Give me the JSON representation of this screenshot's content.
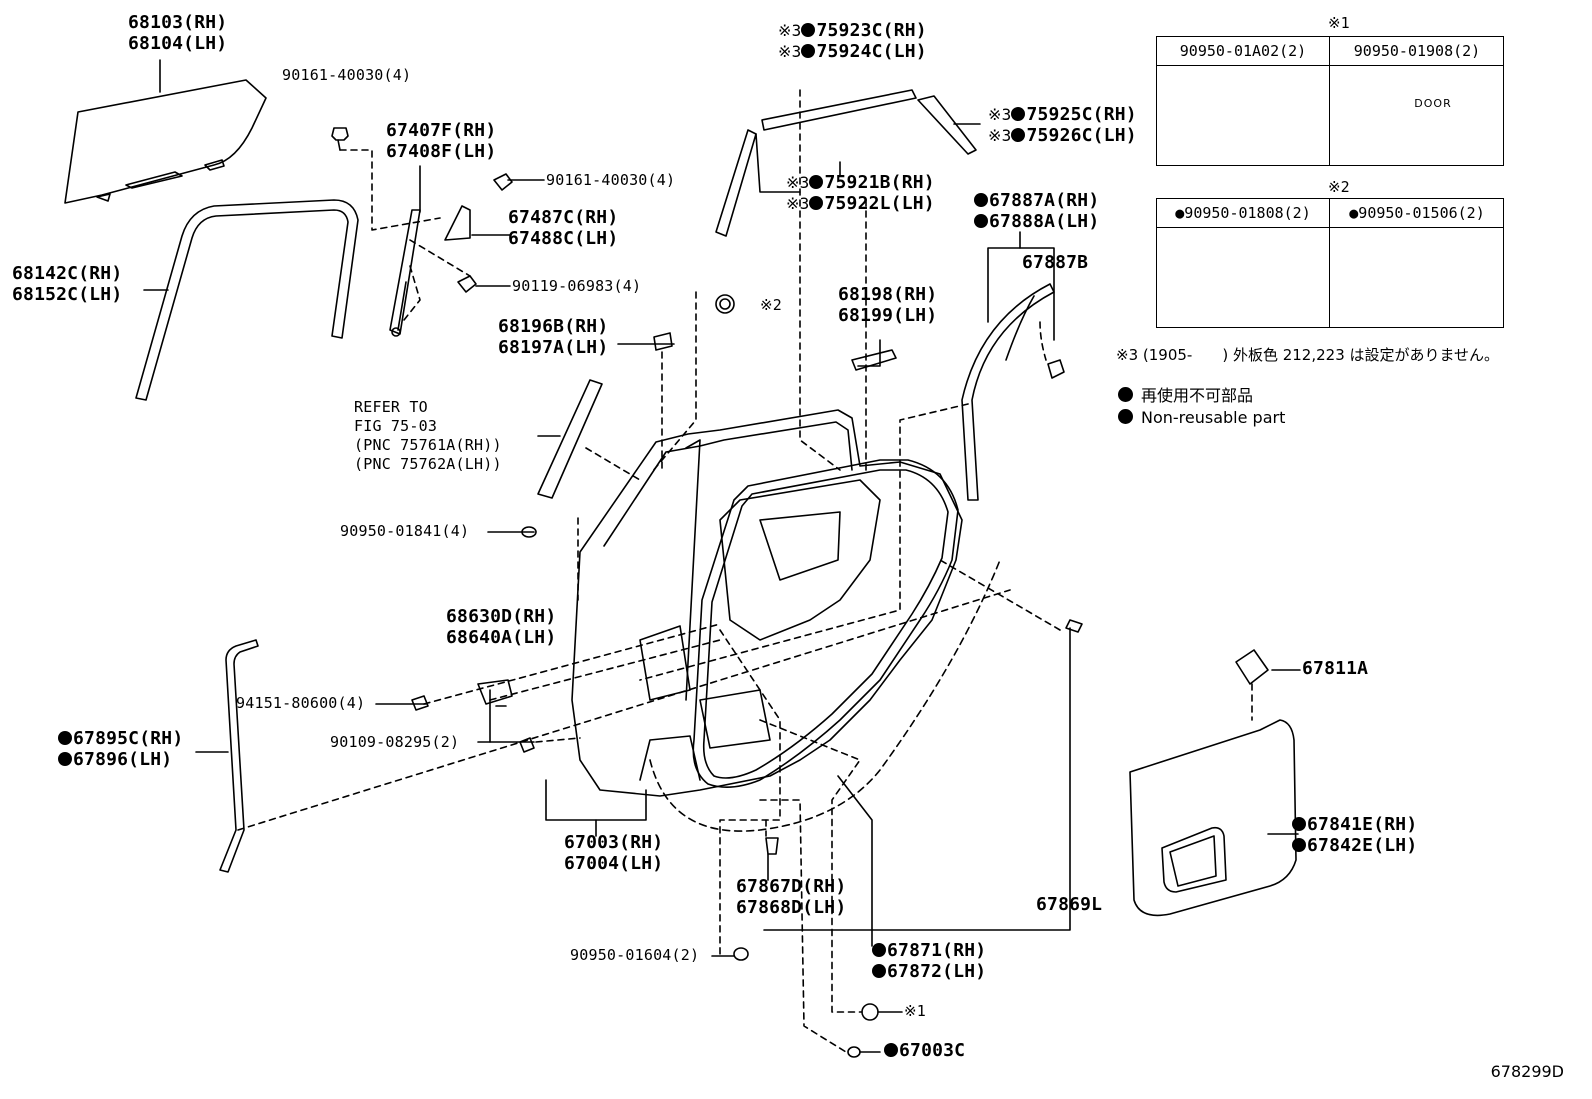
{
  "figure_id": "678299D",
  "labels": {
    "p68103": [
      "68103(RH)",
      "68104(LH)"
    ],
    "p90161a": [
      "90161-40030(4)"
    ],
    "p67407": [
      "67407F(RH)",
      "67408F(LH)"
    ],
    "p90161b": [
      "90161-40030(4)"
    ],
    "p67487": [
      "67487C(RH)",
      "67488C(LH)"
    ],
    "p68142": [
      "68142C(RH)",
      "68152C(LH)"
    ],
    "p90119": [
      "90119-06983(4)"
    ],
    "pclip2": [
      "※2"
    ],
    "p68196": [
      "68196B(RH)",
      "68197A(LH)"
    ],
    "pref": [
      "REFER TO",
      "FIG 75-03",
      "(PNC 75761A(RH))",
      "(PNC 75762A(LH))"
    ],
    "p90950a": [
      "90950-01841(4)"
    ],
    "p68630": [
      "68630D(RH)",
      "68640A(LH)"
    ],
    "p94151": [
      "94151-80600(4)"
    ],
    "p90109": [
      "90109-08295(2)"
    ],
    "p67003": [
      "67003(RH)",
      "67004(LH)"
    ],
    "p67867": [
      "67867D(RH)",
      "67868D(LH)"
    ],
    "p90950b": [
      "90950-01604(2)"
    ],
    "pclip1": [
      "※1"
    ],
    "p68198": [
      "68198(RH)",
      "68199(LH)"
    ],
    "p67887b": [
      "67887B"
    ],
    "p67869": [
      "67869L"
    ],
    "p67811": [
      "67811A"
    ]
  },
  "dotted_labels": {
    "p75923": {
      "prefix": "※3",
      "lines": [
        "75923C(RH)",
        "75924C(LH)"
      ]
    },
    "p75925": {
      "prefix": "※3",
      "lines": [
        "75925C(RH)",
        "75926C(LH)"
      ]
    },
    "p75921": {
      "prefix": "※3",
      "lines": [
        "75921B(RH)",
        "75922L(LH)"
      ]
    },
    "p67887": {
      "prefix": "",
      "lines": [
        "67887A(RH)",
        "67888A(LH)"
      ]
    },
    "p67895": {
      "prefix": "",
      "lines": [
        "67895C(RH)",
        "67896(LH)"
      ]
    },
    "p67871": {
      "prefix": "",
      "lines": [
        "67871(RH)",
        "67872(LH)"
      ]
    },
    "p67841": {
      "prefix": "",
      "lines": [
        "67841E(RH)",
        "67842E(LH)"
      ]
    },
    "p67003c": {
      "prefix": "",
      "lines": [
        "67003C"
      ]
    }
  },
  "box1": {
    "caption": "※1",
    "cells": [
      "90950-01A02(2)",
      "90950-01908(2)"
    ],
    "door_text": "DOOR"
  },
  "box2": {
    "caption": "※2",
    "cells": [
      "●90950-01808(2)",
      "●90950-01506(2)"
    ]
  },
  "note3": "※3 (1905-　　) 外板色 212,223 は設定がありません。",
  "legend": {
    "ja": "再使用不可部品",
    "en": "Non-reusable part"
  }
}
